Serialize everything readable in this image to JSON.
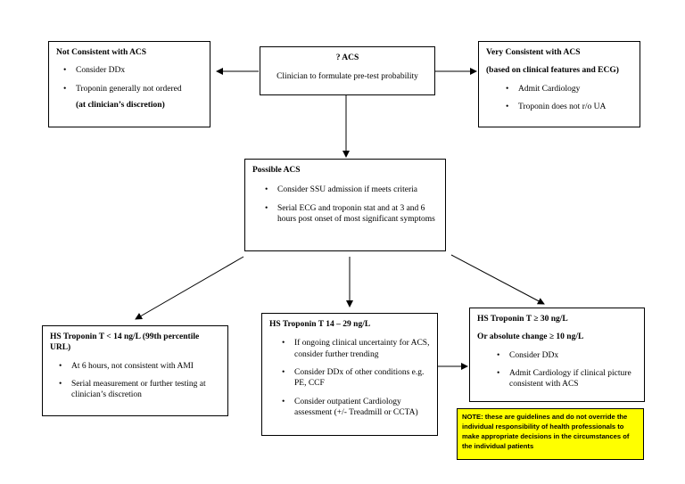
{
  "top_center": {
    "title": "? ACS",
    "text": "Clinician to formulate pre-test probability"
  },
  "top_left": {
    "title": "Not Consistent with ACS",
    "items": [
      "Consider DDx",
      "Troponin generally not ordered"
    ],
    "footnote": "(at clinician’s discretion)"
  },
  "top_right": {
    "title": "Very Consistent with ACS",
    "subtitle": "(based on clinical features and ECG)",
    "items": [
      "Admit Cardiology",
      "Troponin does not  r/o UA"
    ]
  },
  "possible": {
    "title": "Possible ACS",
    "items": [
      "Consider SSU admission if meets criteria",
      "Serial ECG and troponin stat and at 3 and 6 hours post onset of most significant symptoms"
    ]
  },
  "low": {
    "title": "HS Troponin T < 14 ng/L (99th percentile URL)",
    "items": [
      "At 6 hours, not consistent with AMI",
      "Serial measurement or further testing at clinician’s discretion"
    ]
  },
  "mid": {
    "title": "HS Troponin T  14 – 29 ng/L",
    "items": [
      "If ongoing clinical uncertainty for ACS, consider further trending",
      "Consider DDx of other conditions e.g. PE, CCF",
      "Consider outpatient Cardiology assessment (+/- Treadmill or CCTA)"
    ]
  },
  "high": {
    "title": "HS Troponin T ≥ 30 ng/L",
    "subtitle": "Or absolute change ≥ 10 ng/L",
    "items": [
      "Consider DDx",
      "Admit Cardiology if clinical picture consistent with ACS"
    ]
  },
  "note": {
    "text": "NOTE:  these are guidelines and do not override the individual responsibility of health professionals to make appropriate decisions in the circumstances of the individual patients",
    "bg_color": "#ffff00"
  }
}
